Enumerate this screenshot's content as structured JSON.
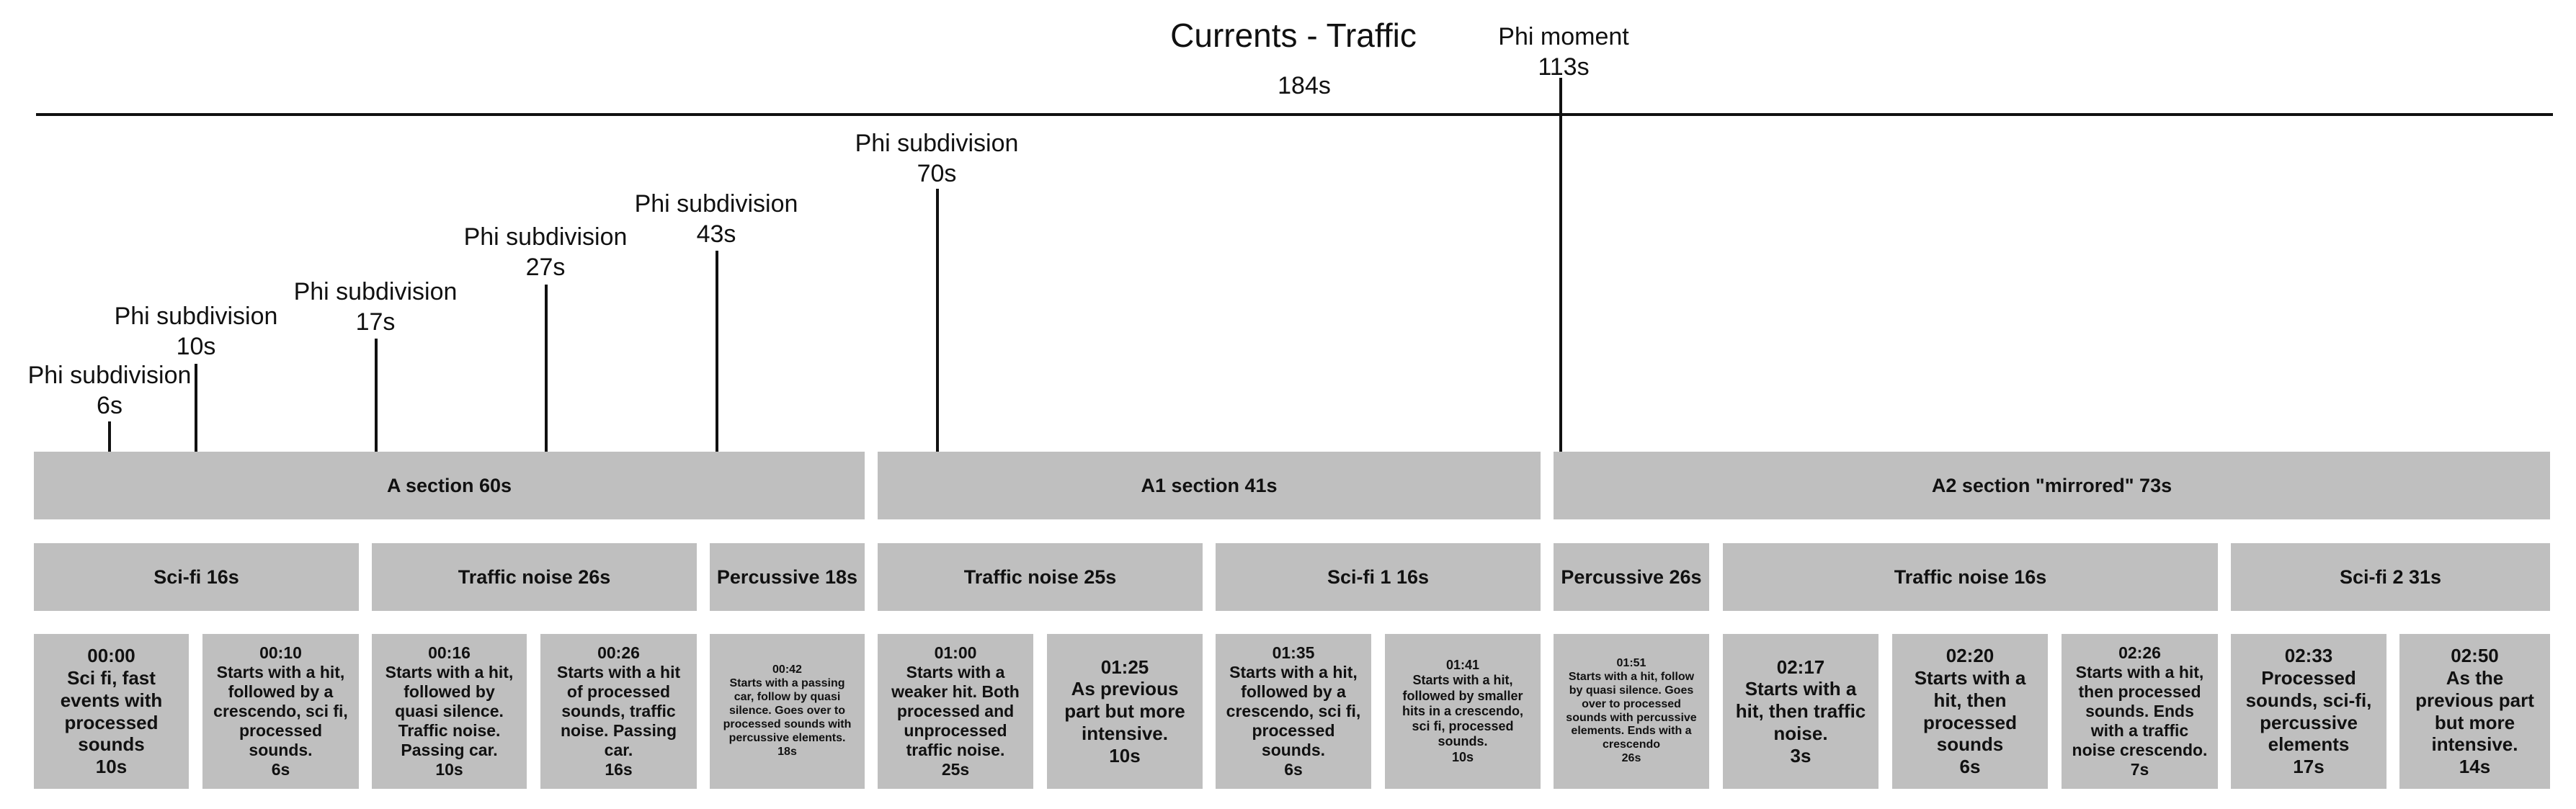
{
  "title": "Currents - Traffic",
  "total_duration": "184s",
  "phi_moment": {
    "label": "Phi moment",
    "time": "113s"
  },
  "phi_subdivisions": [
    {
      "label": "Phi subdivision",
      "time": "6s"
    },
    {
      "label": "Phi subdivision",
      "time": "10s"
    },
    {
      "label": "Phi subdivision",
      "time": "17s"
    },
    {
      "label": "Phi subdivision",
      "time": "27s"
    },
    {
      "label": "Phi subdivision",
      "time": "43s"
    },
    {
      "label": "Phi subdivision",
      "time": "70s"
    }
  ],
  "sections": [
    {
      "label": "A section 60s"
    },
    {
      "label": "A1 section 41s"
    },
    {
      "label": "A2 section \"mirrored\" 73s"
    }
  ],
  "subsections": [
    {
      "label": "Sci-fi 16s"
    },
    {
      "label": "Traffic noise 26s"
    },
    {
      "label": "Percussive 18s"
    },
    {
      "label": "Traffic noise 25s"
    },
    {
      "label": "Sci-fi 1 16s"
    },
    {
      "label": "Percussive 26s"
    },
    {
      "label": "Traffic noise 16s"
    },
    {
      "label": "Sci-fi 2 31s"
    }
  ],
  "events": [
    {
      "time": "00:00",
      "text": "Sci fi, fast events with processed sounds",
      "duration": "10s"
    },
    {
      "time": "00:10",
      "text": "Starts with a hit, followed by a crescendo, sci fi, processed sounds.",
      "duration": "6s"
    },
    {
      "time": "00:16",
      "text": "Starts with a hit, followed by quasi silence. Traffic noise. Passing car.",
      "duration": "10s"
    },
    {
      "time": "00:26",
      "text": "Starts with a hit of processed sounds, traffic noise. Passing car.",
      "duration": "16s"
    },
    {
      "time": "00:42",
      "text": "Starts with a passing car, follow by quasi silence. Goes over to processed sounds with percussive elements.",
      "duration": "18s"
    },
    {
      "time": "01:00",
      "text": "Starts with a weaker hit. Both processed and unprocessed traffic noise.",
      "duration": "25s"
    },
    {
      "time": "01:25",
      "text": "As previous part but more intensive.",
      "duration": "10s"
    },
    {
      "time": "01:35",
      "text": "Starts with a hit, followed by a crescendo, sci fi, processed sounds.",
      "duration": "6s"
    },
    {
      "time": "01:41",
      "text": "Starts with a hit, followed by smaller hits in a crescendo, sci fi, processed sounds.",
      "duration": "10s"
    },
    {
      "time": "01:51",
      "text": "Starts with a hit, follow by quasi silence. Goes over to processed sounds with percussive elements. Ends with a crescendo",
      "duration": "26s"
    },
    {
      "time": "02:17",
      "text": "Starts with a hit, then traffic noise.",
      "duration": "3s"
    },
    {
      "time": "02:20",
      "text": "Starts with a hit, then processed sounds",
      "duration": "6s"
    },
    {
      "time": "02:26",
      "text": "Starts with a hit, then processed sounds. Ends with a traffic noise crescendo.",
      "duration": "7s"
    },
    {
      "time": "02:33",
      "text": "Processed sounds, sci-fi, percussive elements",
      "duration": "17s"
    },
    {
      "time": "02:50",
      "text": "As the previous part but more intensive.",
      "duration": "14s"
    }
  ],
  "colors": {
    "box": "#bfbfbf",
    "line": "#111111",
    "background": "#ffffff"
  }
}
